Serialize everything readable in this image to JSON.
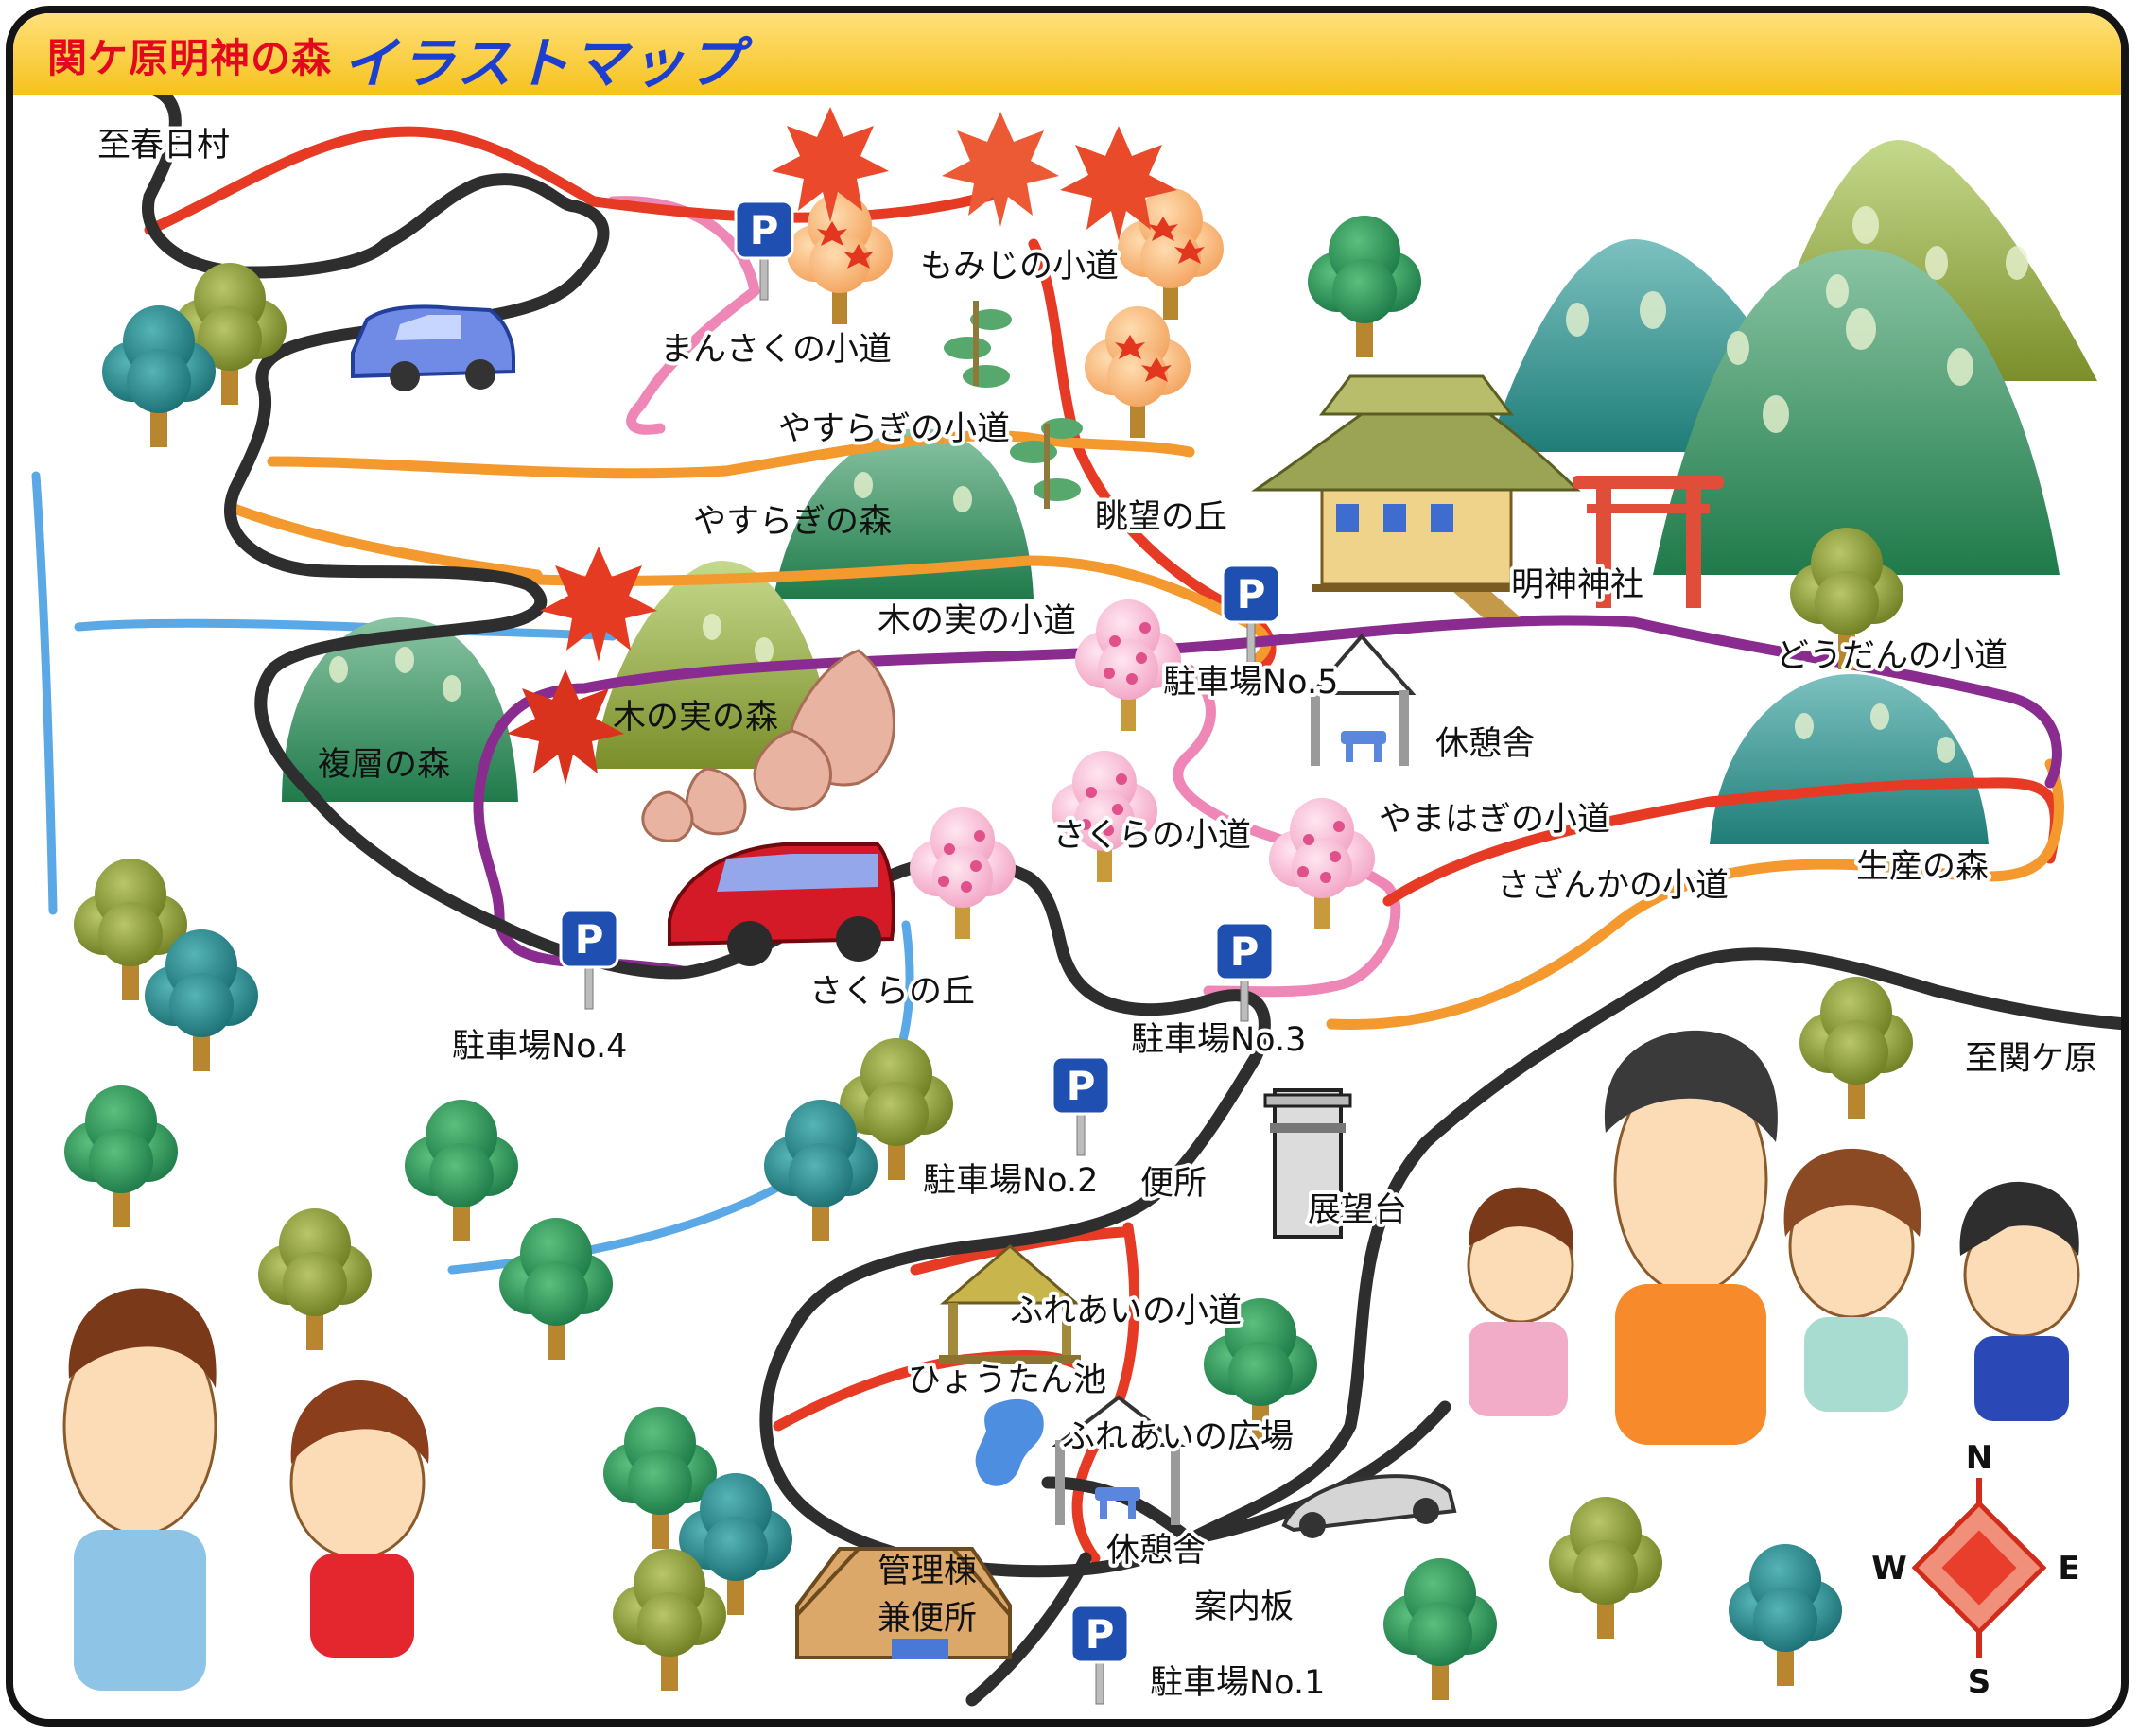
{
  "header": {
    "subtitle": "関ケ原明神の森",
    "title": "イラストマップ"
  },
  "directions": {
    "kasugamura": "至春日村",
    "sekigahara": "至関ケ原"
  },
  "trails": {
    "momiji": "もみじの小道",
    "mansaku": "まんさくの小道",
    "yasuragi": "やすらぎの小道",
    "konomi": "木の実の小道",
    "dodan": "どうだんの小道",
    "sakura": "さくらの小道",
    "yamahagi": "やまはぎの小道",
    "sazanka": "さざんかの小道",
    "fureai": "ふれあいの小道"
  },
  "places": {
    "yasuragi_forest": "やすらぎの森",
    "choubou": "眺望の丘",
    "shrine": "明神神社",
    "konomi_forest": "木の実の森",
    "fukuso_forest": "複層の森",
    "rest_house_upper": "休憩舎",
    "seisan_forest": "生産の森",
    "sakura_hill": "さくらの丘",
    "toilet": "便所",
    "observatory": "展望台",
    "hyoutan_pond": "ひょうたん池",
    "fureai_plaza": "ふれあいの広場",
    "rest_house_lower": "休憩舎",
    "office_line1": "管理棟",
    "office_line2": "兼便所",
    "info_board": "案内板"
  },
  "parking": {
    "icon_letter": "P",
    "no1": "駐車場No.1",
    "no2": "駐車場No.2",
    "no3": "駐車場No.3",
    "no4": "駐車場No.4",
    "no5": "駐車場No.5"
  },
  "compass": {
    "n": "N",
    "e": "E",
    "s": "S",
    "w": "W"
  },
  "colors": {
    "road": "#2e2e2e",
    "trail_red": "#e63a24",
    "trail_orange": "#f3992d",
    "trail_pink": "#ee86b6",
    "trail_purple": "#8a2b90",
    "river": "#5aa8e6",
    "parking_sign": "#1f4fb0",
    "title_red": "#e4081f",
    "title_blue": "#1d3fcf"
  }
}
